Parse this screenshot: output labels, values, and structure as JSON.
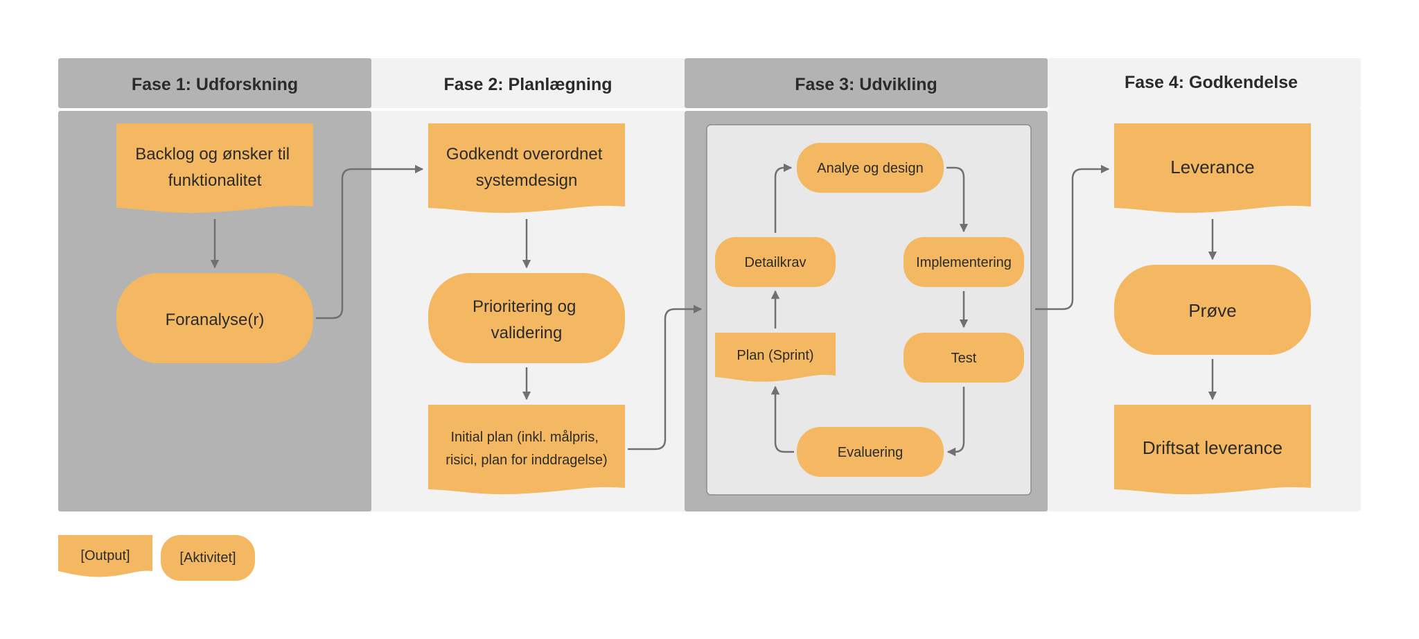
{
  "phases": {
    "p1": "Fase 1: Udforskning",
    "p2": "Fase 2: Planlægning",
    "p3": "Fase 3: Udvikling",
    "p4": "Fase 4: Godkendelse"
  },
  "nodes": {
    "backlog": [
      "Backlog og ønsker til",
      "funktionalitet"
    ],
    "foranalyse": [
      "Foranalyse(r)"
    ],
    "godkendt": [
      "Godkendt overordnet",
      "systemdesign"
    ],
    "prioritering": [
      "Prioritering og",
      "validering"
    ],
    "initial_plan": [
      "Initial plan (inkl. målpris,",
      "risici, plan for inddragelse)"
    ],
    "analyse": [
      "Analye og design"
    ],
    "implementering": [
      "Implementering"
    ],
    "test": [
      "Test"
    ],
    "evaluering": [
      "Evaluering"
    ],
    "plan_sprint": [
      "Plan (Sprint)"
    ],
    "detailkrav": [
      "Detailkrav"
    ],
    "leverance": [
      "Leverance"
    ],
    "prove": [
      "Prøve"
    ],
    "driftsat": [
      "Driftsat leverance"
    ]
  },
  "legend": {
    "output": "[Output]",
    "aktivitet": "[Aktivitet]"
  },
  "colors": {
    "node": "#F4B862",
    "phase_dark": "#B3B3B3",
    "phase_light": "#F2F2F2",
    "sprint_box": "#E8E8E8",
    "connector": "#707070"
  }
}
